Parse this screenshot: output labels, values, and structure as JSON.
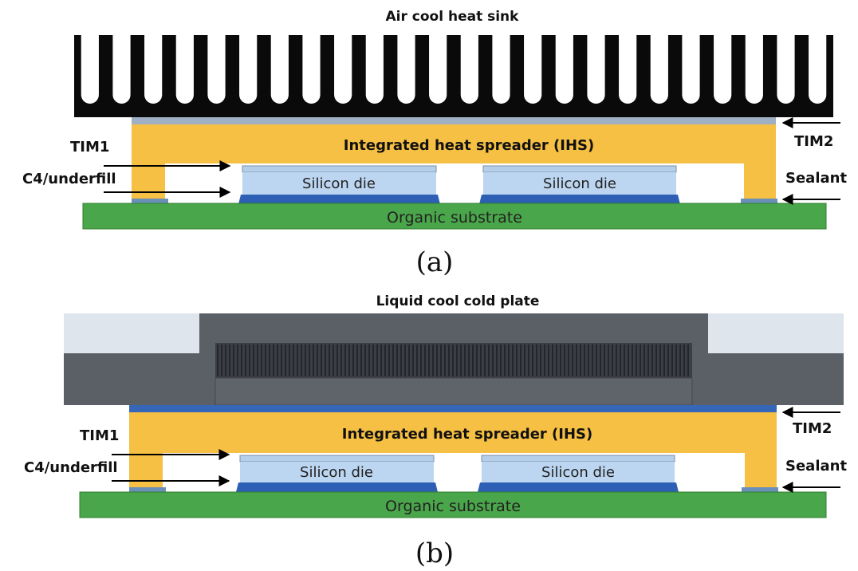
{
  "panel_a": {
    "title": "Air cool heat sink",
    "ihs": "Integrated heat spreader (IHS)",
    "die_left": "Silicon die",
    "die_right": "Silicon die",
    "substrate": "Organic substrate",
    "tim1": "TIM1",
    "c4": "C4/underfill",
    "tim2": "TIM2",
    "sealant": "Sealant",
    "caption": "(a)"
  },
  "panel_b": {
    "title": "Liquid cool cold plate",
    "ihs": "Integrated heat spreader (IHS)",
    "die_left": "Silicon die",
    "die_right": "Silicon die",
    "substrate": "Organic substrate",
    "tim1": "TIM1",
    "c4": "C4/underfill",
    "tim2": "TIM2",
    "sealant": "Sealant",
    "caption": "(b)"
  },
  "colors": {
    "heatsink": "#0a0a0a",
    "ihs": "#f5c043",
    "die": "#bcd5f0",
    "bump_layer": "#2d5fb4",
    "substrate": "#4aa64a",
    "tim": "#9fb0c4",
    "cold_plate": "#5b5f66",
    "cold_plate_light": "#dfe5ec",
    "tim2_blue": "#3566b8"
  }
}
